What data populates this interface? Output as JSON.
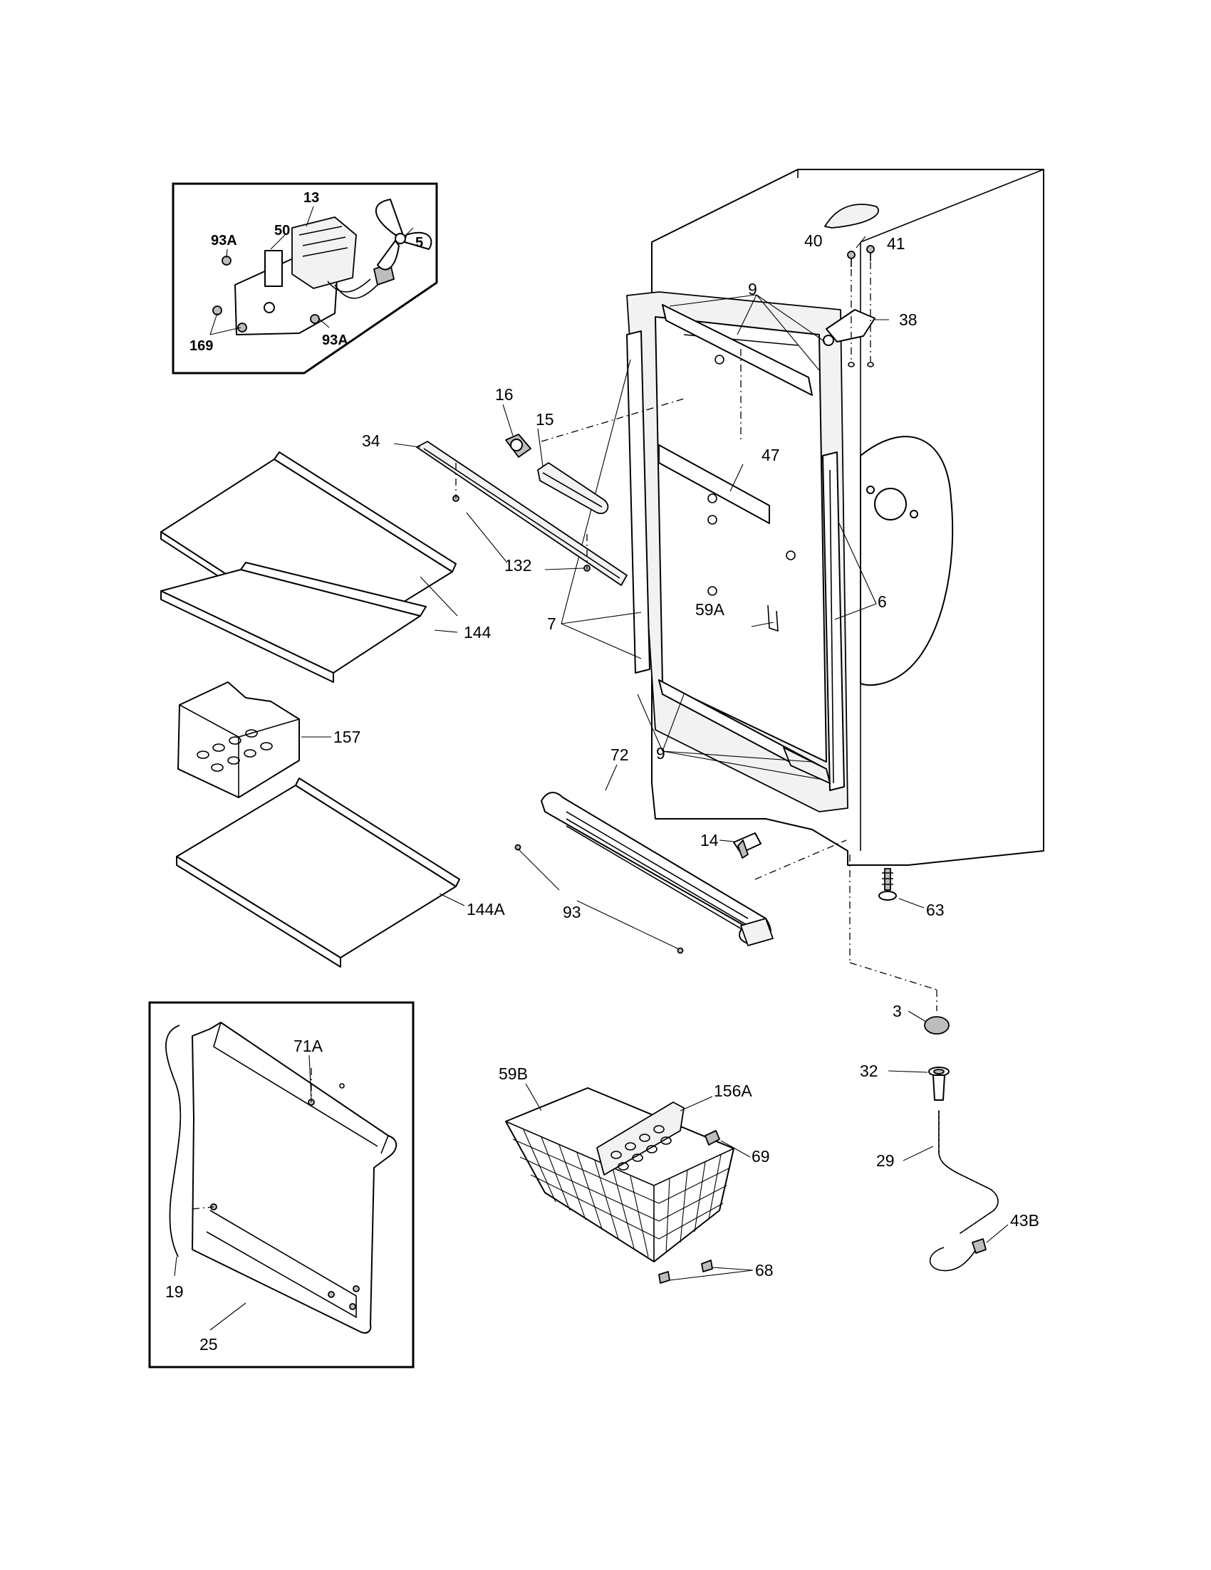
{
  "labels": {
    "l13": "13",
    "l50": "50",
    "l93a_top": "93A",
    "l5": "5",
    "l169": "169",
    "l93a_bot": "93A",
    "l40": "40",
    "l41": "41",
    "l38": "38",
    "l9_top": "9",
    "l16": "16",
    "l15": "15",
    "l34": "34",
    "l47": "47",
    "l132": "132",
    "l144": "144",
    "l59a": "59A",
    "l6": "6",
    "l7": "7",
    "l157": "157",
    "l9_bot": "9",
    "l72": "72",
    "l14": "14",
    "l144a": "144A",
    "l93": "93",
    "l63": "63",
    "l71a": "71A",
    "l59b": "59B",
    "l156a": "156A",
    "l3": "3",
    "l32": "32",
    "l69": "69",
    "l29": "29",
    "l43b": "43B",
    "l19": "19",
    "l68": "68",
    "l25": "25"
  }
}
